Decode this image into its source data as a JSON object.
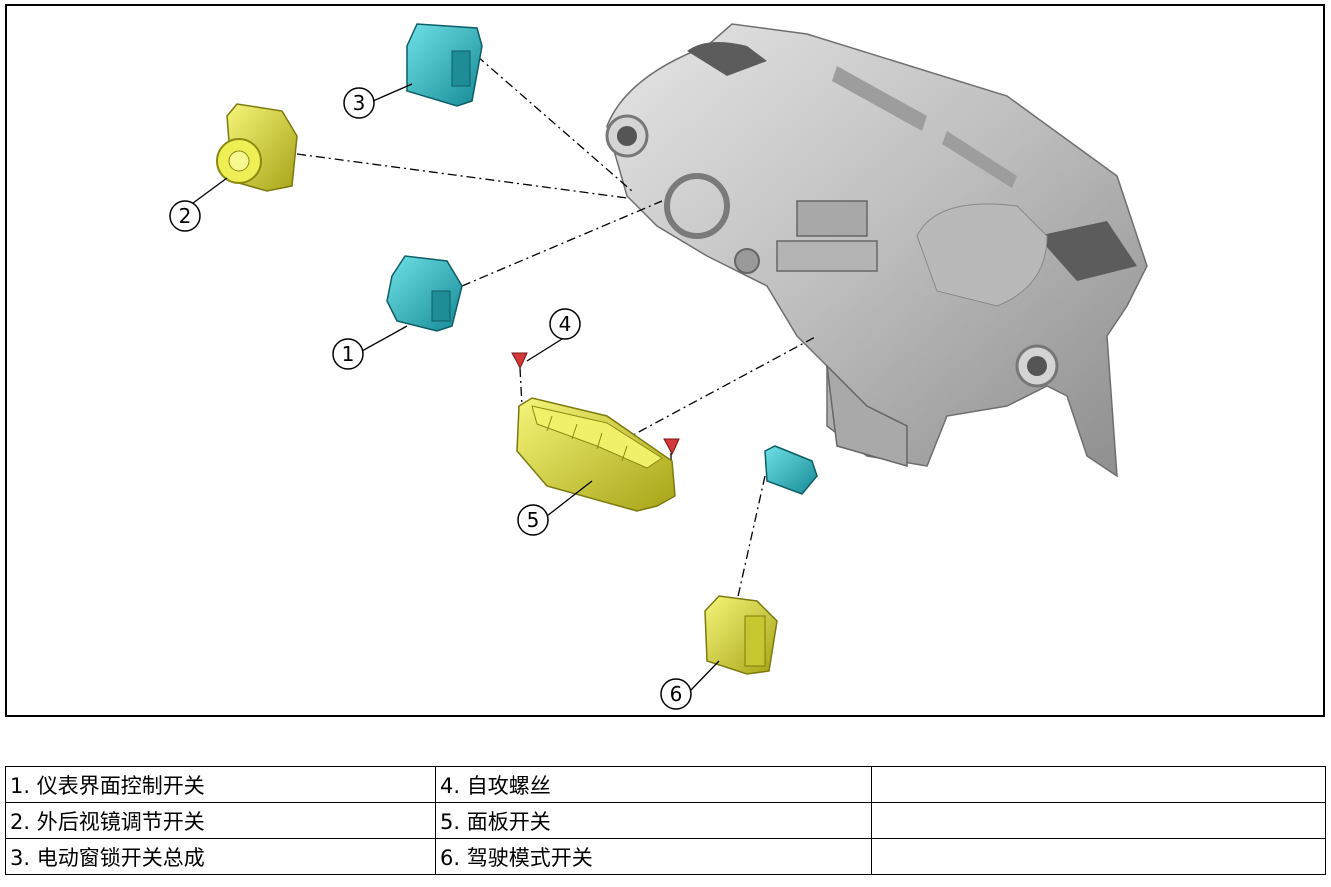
{
  "callouts": [
    "1",
    "2",
    "3",
    "4",
    "5",
    "6"
  ],
  "legend": [
    [
      "1. 仪表界面控制开关",
      "4. 自攻螺丝",
      ""
    ],
    [
      "2. 外后视镜调节开关",
      "5. 面板开关",
      ""
    ],
    [
      "3. 电动窗锁开关总成",
      "6. 驾驶模式开关",
      ""
    ]
  ],
  "colors": {
    "dashboard": "#c9c9c9",
    "dashboard_shadow": "#8e8e8e",
    "cyan_switch": "#2fb7c2",
    "yellow_switch": "#e3e23a",
    "screw": "#d23a3a"
  },
  "icons": [
    "dashboard-part",
    "switch-part",
    "screw-part"
  ]
}
